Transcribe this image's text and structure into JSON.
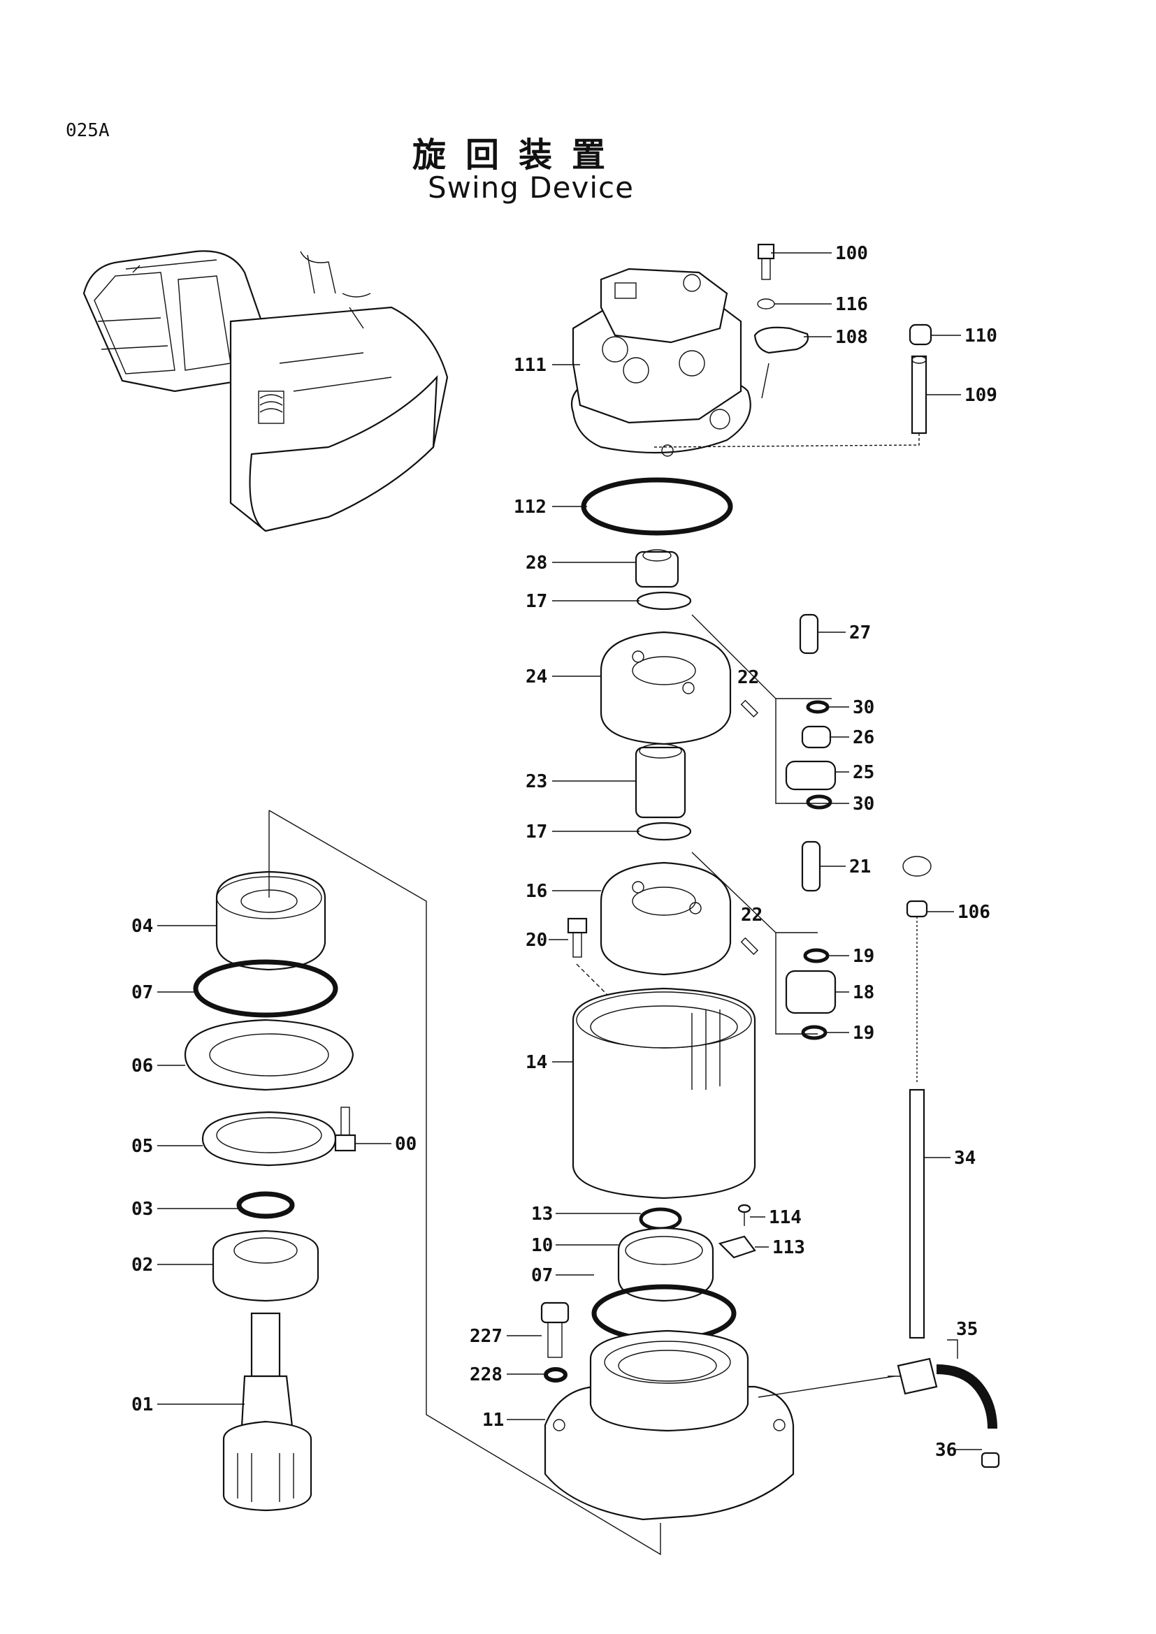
{
  "header": {
    "code": "025A",
    "title_jp": "旋回装置",
    "title_en": "Swing Device"
  },
  "labels": {
    "p100": "100",
    "p116": "116",
    "p108": "108",
    "p110": "110",
    "p109": "109",
    "p111": "111",
    "p112": "112",
    "p28": "28",
    "p17a": "17",
    "p27": "27",
    "p24": "24",
    "p22a": "22",
    "p30a": "30",
    "p26": "26",
    "p25": "25",
    "p30b": "30",
    "p23": "23",
    "p17b": "17",
    "p21": "21",
    "p16": "16",
    "p106": "106",
    "p22b": "22",
    "p20": "20",
    "p19a": "19",
    "p18": "18",
    "p19b": "19",
    "p14": "14",
    "p34": "34",
    "p13": "13",
    "p114": "114",
    "p10": "10",
    "p113": "113",
    "p07b": "07",
    "p35": "35",
    "p227": "227",
    "p228": "228",
    "p11": "11",
    "p36": "36",
    "p04": "04",
    "p07a": "07",
    "p06": "06",
    "p05": "05",
    "p00": "00",
    "p03": "03",
    "p02": "02",
    "p01": "01"
  }
}
